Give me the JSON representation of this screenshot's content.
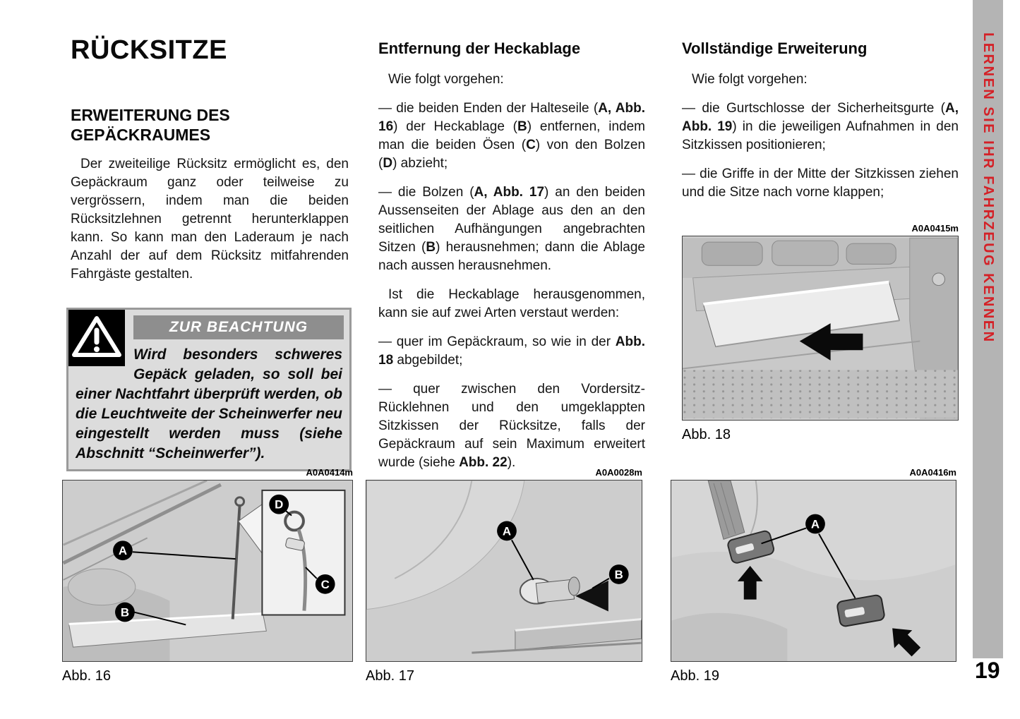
{
  "page": {
    "number": "19",
    "sidebar_text": "LERNEN SIE IHR FAHRZEUG KENNEN"
  },
  "left_column": {
    "title": "RÜCKSITZE",
    "subtitle": "ERWEITERUNG DES GEPÄCKRAUMES",
    "intro": "Der zweiteilige Rücksitz ermöglicht es, den Gepäckraum ganz oder teilweise zu vergrössern, indem man die beiden Rücksitzlehnen getrennt herunterklappen kann. So kann man den Laderaum je nach Anzahl der auf dem Rücksitz mitfahrenden Fahrgäste gestalten.",
    "warning": {
      "header": "ZUR BEACHTUNG",
      "body": "Wird besonders schweres Gepäck geladen, so soll bei einer Nachtfahrt überprüft werden, ob die Leuchtweite der Scheinwerfer neu eingestellt werden muss (siehe Abschnitt “Scheinwerfer”)."
    }
  },
  "middle_column": {
    "heading": "Entfernung der Heckablage",
    "paragraphs": [
      "Wie folgt vorgehen:",
      "— die beiden Enden der Halteseile (**A, Abb. 16**) der Heckablage (**B**) entfernen, indem man die beiden Ösen (**C**) von den Bolzen (**D**) abzieht;",
      "— die Bolzen (**A, Abb. 17**) an den beiden Aussenseiten der Ablage aus den an den seitlichen Aufhängungen angebrachten Sitzen (**B**) herausnehmen; dann die Ablage nach aussen herausnehmen.",
      "Ist die Heckablage herausgenommen, kann sie auf zwei Arten verstaut werden:",
      "— quer im Gepäckraum, so wie in der **Abb. 18** abgebildet;",
      "— quer zwischen den Vordersitz-Rücklehnen und den umgeklappten Sitzkissen der Rücksitze, falls der Gepäckraum auf sein Maximum erweitert wurde (siehe **Abb. 22**)."
    ]
  },
  "right_column": {
    "heading": "Vollständige Erweiterung",
    "paragraphs": [
      "Wie folgt vorgehen:",
      "— die Gurtschlosse der Sicherheitsgurte (**A, Abb. 19**) in die jeweiligen Aufnahmen in den Sitzkissen positionieren;",
      "— die Griffe in der Mitte der Sitzkissen ziehen und die Sitze nach vorne klappen;"
    ]
  },
  "figures": {
    "fig16": {
      "code": "A0A0414m",
      "caption": "Abb. 16",
      "callouts": [
        "A",
        "B",
        "C",
        "D"
      ]
    },
    "fig17": {
      "code": "A0A0028m",
      "caption": "Abb. 17",
      "callouts": [
        "A",
        "B"
      ]
    },
    "fig18": {
      "code": "A0A0415m",
      "caption": "Abb. 18",
      "callouts": []
    },
    "fig19": {
      "code": "A0A0416m",
      "caption": "Abb. 19",
      "callouts": [
        "A"
      ]
    }
  }
}
